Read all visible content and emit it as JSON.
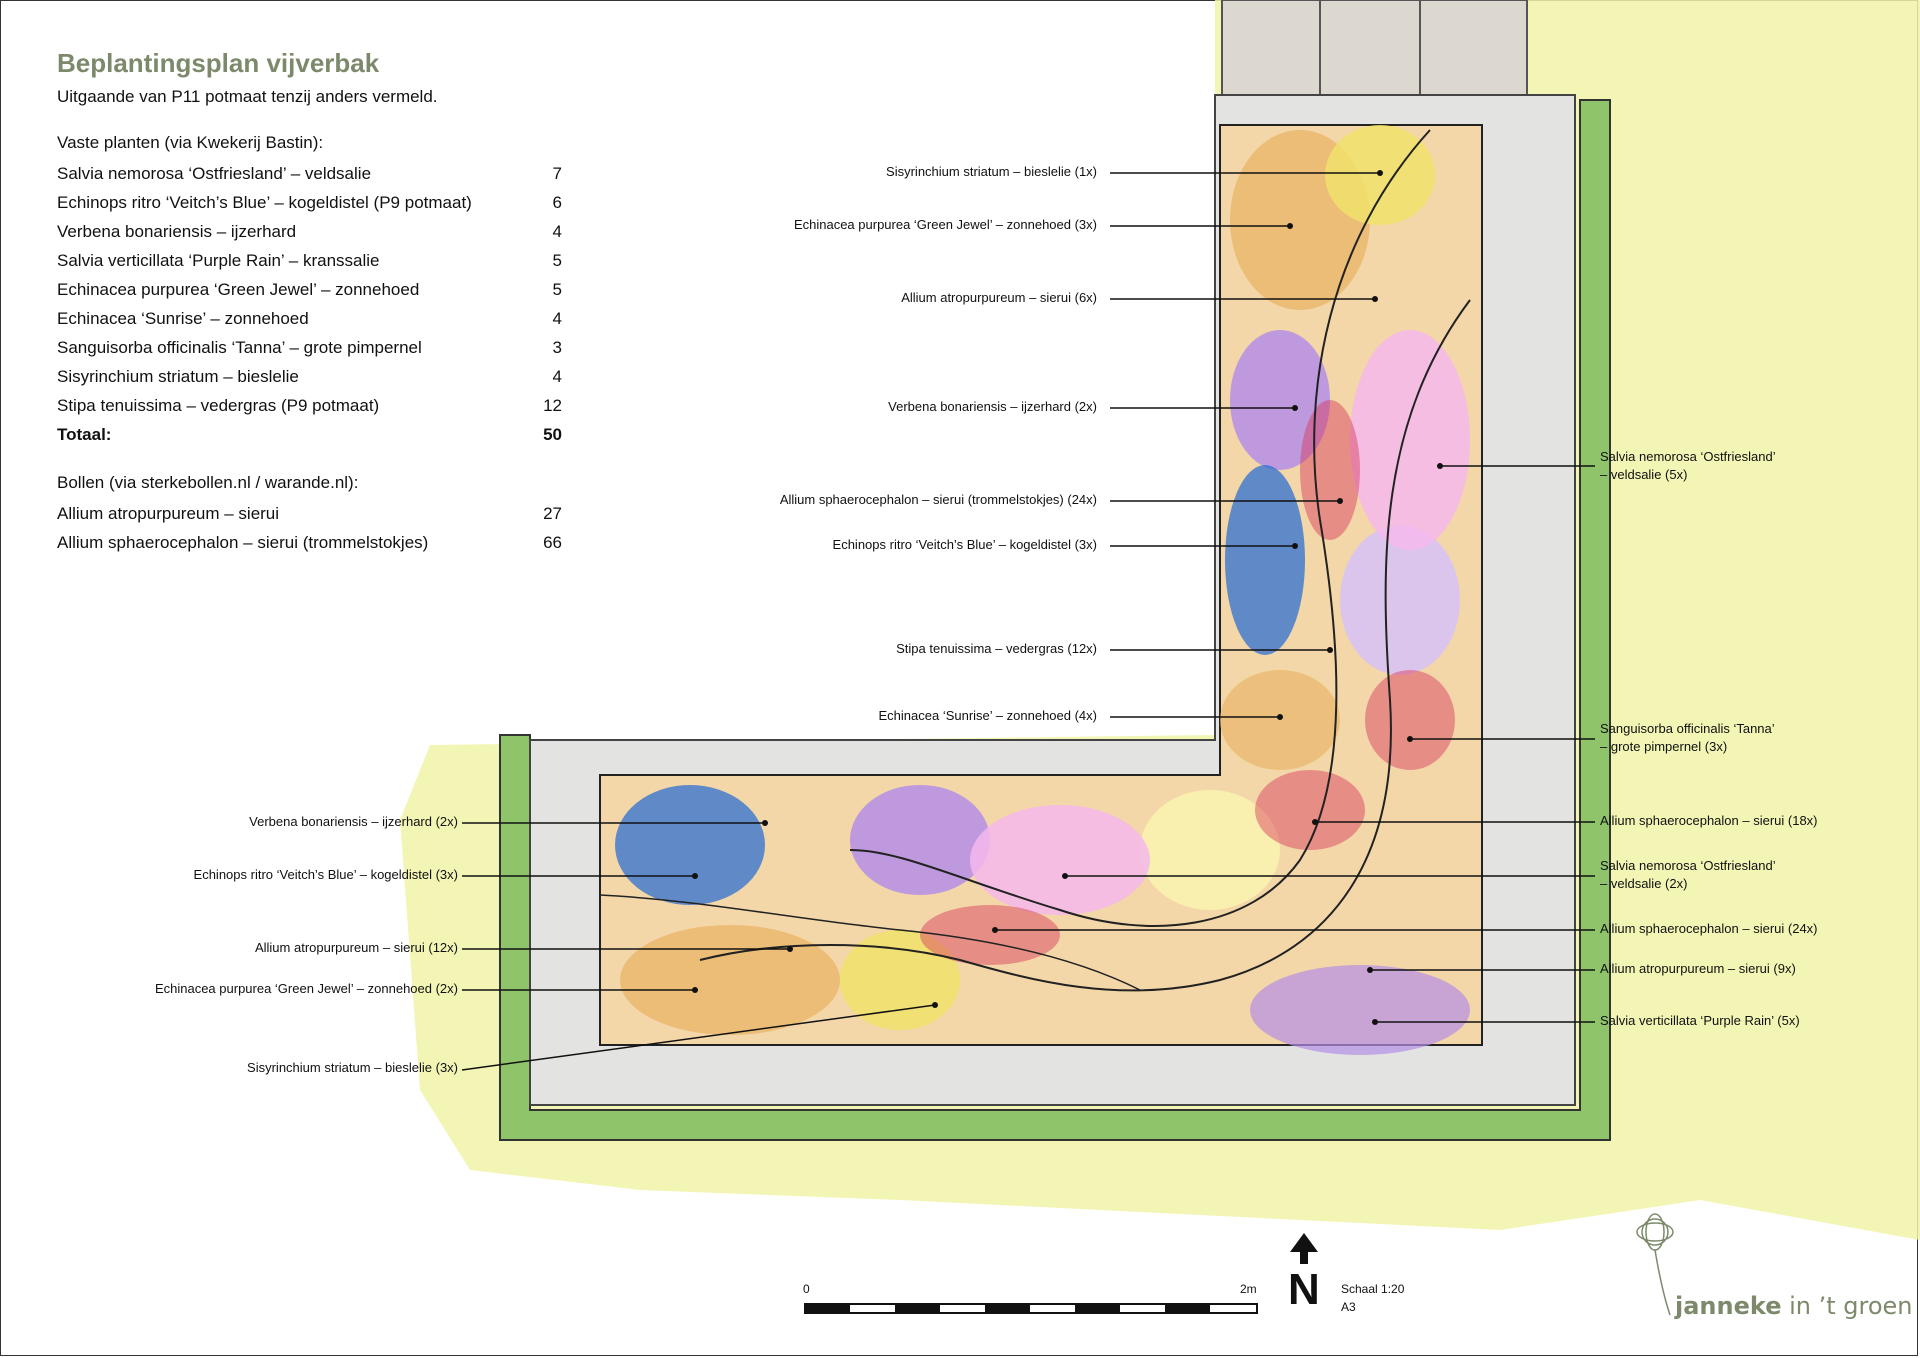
{
  "title": "Beplantingsplan vijverbak",
  "subtitle": "Uitgaande van P11 potmaat tenzij anders vermeld.",
  "perennials": {
    "heading": "Vaste planten (via Kwekerij Bastin):",
    "items": [
      {
        "name": "Salvia nemorosa ‘Ostfriesland’ – veldsalie",
        "qty": "7"
      },
      {
        "name": "Echinops ritro ‘Veitch’s Blue’ – kogeldistel (P9 potmaat)",
        "qty": "6"
      },
      {
        "name": "Verbena bonariensis – ijzerhard",
        "qty": "4"
      },
      {
        "name": "Salvia verticillata ‘Purple Rain’ – kranssalie",
        "qty": "5"
      },
      {
        "name": "Echinacea purpurea ‘Green Jewel’ – zonnehoed",
        "qty": "5"
      },
      {
        "name": "Echinacea ‘Sunrise’ – zonnehoed",
        "qty": "4"
      },
      {
        "name": "Sanguisorba officinalis ‘Tanna’ – grote pimpernel",
        "qty": "3"
      },
      {
        "name": "Sisyrinchium striatum – bieslelie",
        "qty": "4"
      },
      {
        "name": "Stipa tenuissima – vedergras (P9 potmaat)",
        "qty": "12"
      }
    ],
    "total_label": "Totaal:",
    "total_qty": "50"
  },
  "bulbs": {
    "heading": "Bollen (via sterkebollen.nl / warande.nl):",
    "items": [
      {
        "name": "Allium atropurpureum – sierui",
        "qty": "27"
      },
      {
        "name": "Allium sphaerocephalon – sierui (trommelstokjes)",
        "qty": "66"
      }
    ]
  },
  "callouts_top": [
    {
      "label": "Sisyrinchium striatum – bieslelie (1x)"
    },
    {
      "label": "Echinacea purpurea ‘Green Jewel’ – zonnehoed (3x)"
    },
    {
      "label": "Allium atropurpureum – sierui (6x)"
    },
    {
      "label": "Verbena bonariensis – ijzerhard (2x)"
    },
    {
      "label": "Allium sphaerocephalon – sierui (trommelstokjes) (24x)"
    },
    {
      "label": "Echinops ritro ‘Veitch’s Blue’ – kogeldistel (3x)"
    },
    {
      "label": "Stipa tenuissima – vedergras (12x)"
    },
    {
      "label": "Echinacea ‘Sunrise’ – zonnehoed (4x)"
    }
  ],
  "callouts_left": [
    {
      "label": "Verbena bonariensis – ijzerhard (2x)"
    },
    {
      "label": "Echinops ritro ‘Veitch’s Blue’ – kogeldistel (3x)"
    },
    {
      "label": "Allium atropurpureum – sierui (12x)"
    },
    {
      "label": "Echinacea purpurea ‘Green Jewel’ – zonnehoed (2x)"
    },
    {
      "label": "Sisyrinchium striatum – bieslelie (3x)"
    }
  ],
  "callouts_right": [
    {
      "line1": "Salvia nemorosa ‘Ostfriesland’",
      "line2": "– veldsalie (5x)"
    },
    {
      "line1": "Sanguisorba officinalis ‘Tanna’",
      "line2": "– grote pimpernel (3x)"
    },
    {
      "line1": "Allium sphaerocephalon – sierui (18x)",
      "line2": ""
    },
    {
      "line1": "Salvia nemorosa ‘Ostfriesland’",
      "line2": "– veldsalie (2x)"
    },
    {
      "line1": "Allium sphaerocephalon – sierui (24x)",
      "line2": ""
    },
    {
      "line1": "Allium atropurpureum – sierui (9x)",
      "line2": ""
    },
    {
      "line1": "Salvia verticillata ‘Purple Rain’ (5x)",
      "line2": ""
    }
  ],
  "scale": {
    "start": "0",
    "end": "2m",
    "text": "Schaal 1:20",
    "paper": "A3"
  },
  "north_label": "N",
  "brand": {
    "name": "janneke",
    "suffix": "in ’t groen"
  },
  "colors": {
    "title": "#7c8a6b",
    "lawn": "#f1f3a8",
    "hedge": "#8fc46a",
    "paving": "#e3e3e1",
    "purple": "#b48ee6",
    "pink": "#f4b8ec",
    "orange": "#e8b76a",
    "blue": "#2d6fd1",
    "red": "#d8365a",
    "yellow": "#f0e26a"
  }
}
